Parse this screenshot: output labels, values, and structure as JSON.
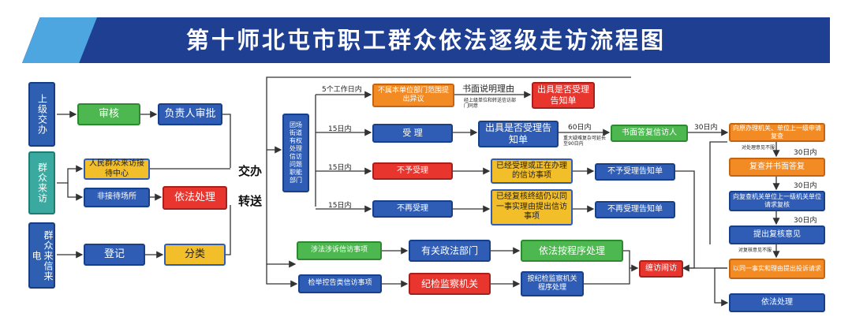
{
  "title": "第十师北屯市职工群众依法逐级走访流程图",
  "sources": {
    "visit_up": "上级交办",
    "visit_people": "群众来访",
    "letters": "群众来信来电"
  },
  "left": {
    "review": "审核",
    "leader_approve": "负责人审批",
    "reception_center": "人民群众来访接待中心",
    "non_reception": "非接待场所",
    "legal_handle": "依法处理",
    "register": "登记",
    "classify": "分类",
    "assign": "交办",
    "transfer": "转送"
  },
  "dept": "团场街道有权处理信访问题职能部门",
  "rows": {
    "r1_time": "5个工作日内",
    "r1_box": "不属本单位部门范围提出异议",
    "r1_note1": "书面说明理由",
    "r1_note2": "经上级单位和转送信访部门同意",
    "r1_result": "出具是否受理告知单",
    "r2_time": "15日内",
    "r2_box": "受 理",
    "r2_notice": "出具是否受理告知单",
    "r2_60": "60日内",
    "r2_note": "重大疑难复杂可延长至90日内",
    "r2_reply": "书面答复信访人",
    "r2_30": "30日内",
    "r3_time": "15日内",
    "r3_box": "不予受理",
    "r3_reason": "已经受理或正在办理的信访事项",
    "r3_notice": "不予受理告知单",
    "r4_time": "15日内",
    "r4_box": "不再受理",
    "r4_reason": "已经复核终结仍以同一事实理由提出信访事项",
    "r4_notice": "不再受理告知单"
  },
  "right": {
    "apply_review": "向原办理机关、单位上一级申请复查",
    "note_unsatisfied": "对处理意见不服",
    "t1": "30日内",
    "review_reply": "复查并书面答复",
    "t2": "30日内",
    "apply_recheck": "向复查机关单位上一级机关单位请求复核",
    "t3": "30日内",
    "recheck_opinion": "提出复核意见",
    "note_recheck": "对复核意见不服",
    "same_fact": "以同一事实和理由提出投诉请求",
    "legal_handle": "依法处理"
  },
  "bottom": {
    "legal_case": "涉法涉诉信访事项",
    "political_dept": "有关政法部门",
    "procedure": "依法按程序处理",
    "complaint_case": "检举控告类信访事项",
    "discipline": "纪检监察机关",
    "disc_procedure": "按纪检监察机关程序处理",
    "disrupt": "缠访闹访"
  }
}
